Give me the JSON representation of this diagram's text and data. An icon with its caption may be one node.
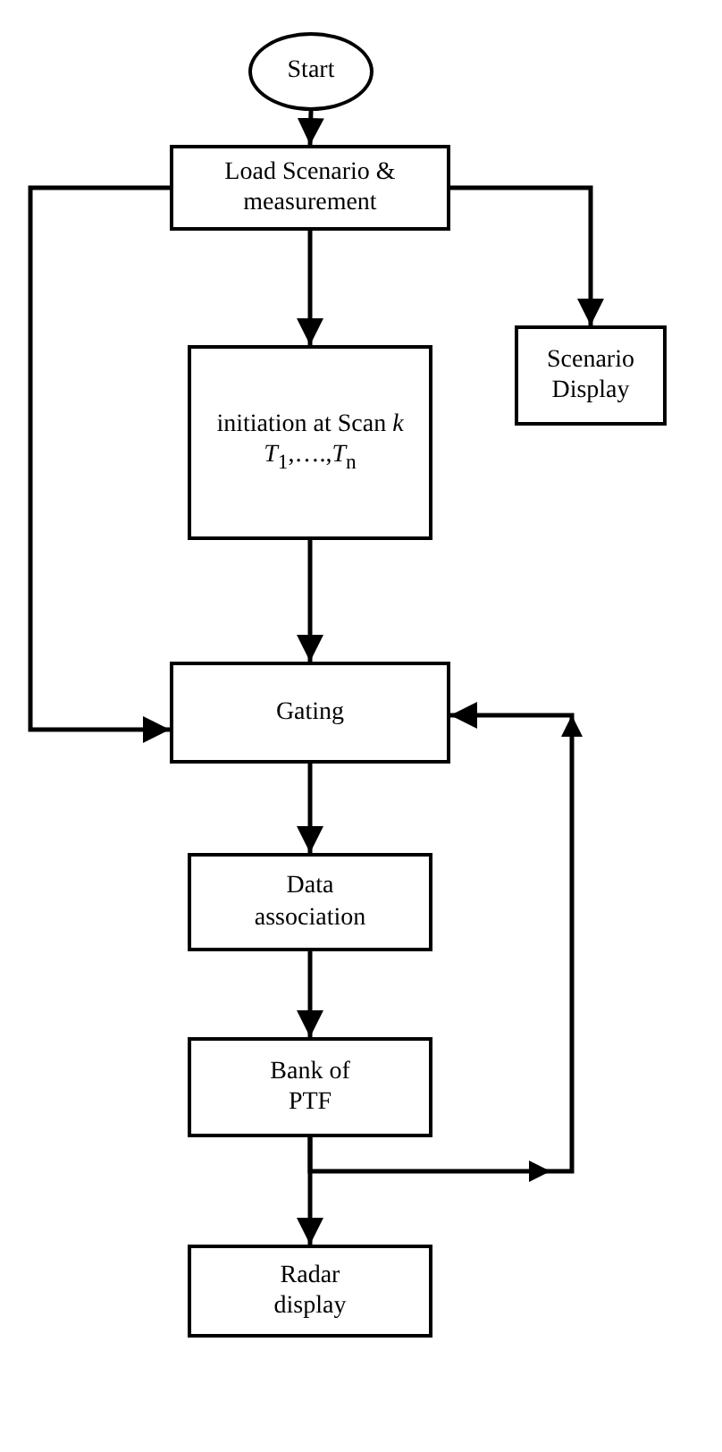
{
  "diagram": {
    "nodes": [
      {
        "text": [
          "Start"
        ]
      },
      {
        "text": [
          "Load Scenario & measurement"
        ]
      },
      {
        "text": [
          "Scenario Display"
        ]
      },
      {
        "text": [
          "initiation at Scan *k* *T*$_{1}$,….,*T*$_{n}$"
        ]
      },
      {
        "text": [
          "Gating"
        ]
      },
      {
        "text": [
          "Data association"
        ]
      },
      {
        "text": [
          "Bank of PTF"
        ]
      },
      {
        "text": [
          "Radar display"
        ]
      }
    ],
    "edges": [
      {
        "from": 0,
        "to": 1,
        "arrow": "to"
      },
      {
        "from": 1,
        "to": 2,
        "arrow": "to"
      },
      {
        "from": 1,
        "to": 3,
        "arrow": "to"
      },
      {
        "from": 1,
        "to": 4,
        "arrow": "to"
      },
      {
        "from": 3,
        "to": 4,
        "arrow": "to"
      },
      {
        "from": 4,
        "to": 5,
        "arrow": "to"
      },
      {
        "from": 5,
        "to": 6,
        "arrow": "to"
      },
      {
        "from": 6,
        "to": 7,
        "arrow": "to"
      },
      {
        "from": 6,
        "to": 4,
        "arrow": "to"
      }
    ]
  }
}
